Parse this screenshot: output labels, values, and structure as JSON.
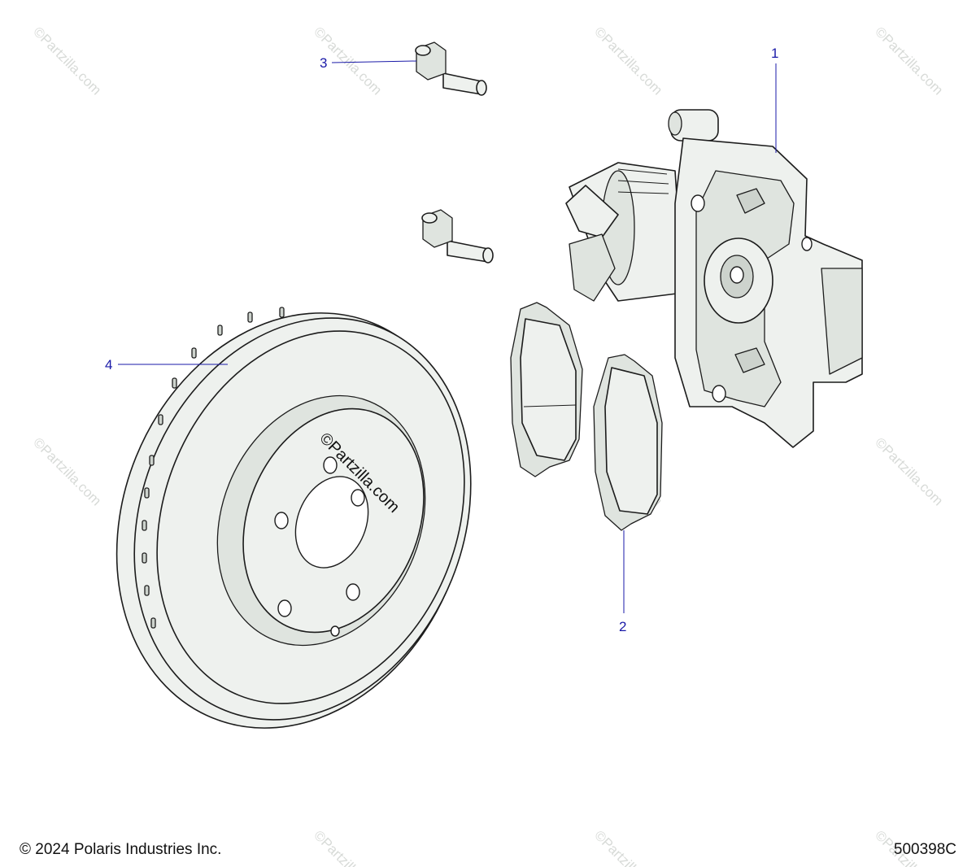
{
  "diagram": {
    "callouts": [
      {
        "id": "1",
        "label": "1"
      },
      {
        "id": "2",
        "label": "2"
      },
      {
        "id": "3",
        "label": "3"
      },
      {
        "id": "4",
        "label": "4"
      }
    ],
    "watermark_text": "©Partzilla.com",
    "colors": {
      "callout": "#1a1aa8",
      "part_fill": "#eef1ee",
      "outline": "#1c1c1c",
      "watermark": "#b8bdb8"
    }
  },
  "footer": {
    "copyright": "© 2024 Polaris Industries Inc.",
    "diagram_code": "500398C"
  }
}
